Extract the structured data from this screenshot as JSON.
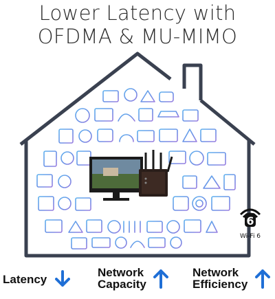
{
  "title": {
    "line1": "Lower Latency with",
    "line2": "OFDMA & MU-MIMO"
  },
  "badge": {
    "number": "6",
    "label": "Wi-Fi 6"
  },
  "metrics": [
    {
      "label": "Latency",
      "direction": "down"
    },
    {
      "label_line1": "Network",
      "label_line2": "Capacity",
      "direction": "up"
    },
    {
      "label_line1": "Network",
      "label_line2": "Efficiency",
      "direction": "up"
    }
  ],
  "colors": {
    "accent_blue": "#1f6fd6",
    "icon_blue": "#5aa0e6",
    "icon_purple": "#8a7be0",
    "house_outline": "#3a4150"
  }
}
